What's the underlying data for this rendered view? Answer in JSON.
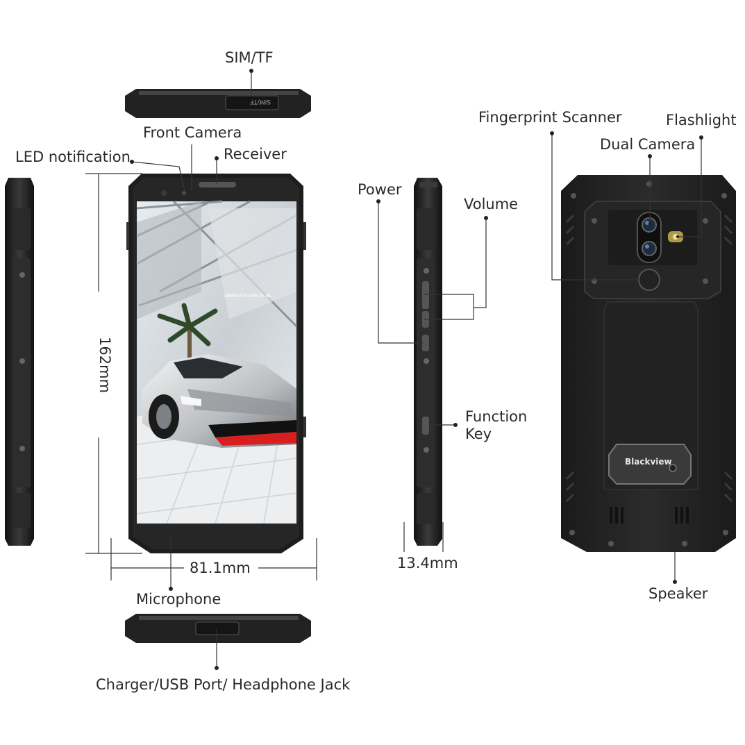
{
  "labels": {
    "sim_tf": "SIM/TF",
    "front_camera": "Front Camera",
    "led_notification": "LED notification",
    "receiver": "Receiver",
    "height_dim": "162mm",
    "width_dim": "81.1mm",
    "microphone": "Microphone",
    "charger_port": "Charger/USB Port/ Headphone Jack",
    "power": "Power",
    "volume": "Volume",
    "function_key_line1": "Function",
    "function_key_line2": "Key",
    "thickness_dim": "13.4mm",
    "fingerprint_scanner": "Fingerprint Scanner",
    "flashlight": "Flashlight",
    "dual_camera": "Dual Camera",
    "speaker": "Speaker"
  },
  "device_text": {
    "sim_slot": "SIM/TF",
    "brand": "Blackview",
    "watermark": "DENNISVDMEUS.NL"
  },
  "colors": {
    "body_dark": "#1c1c1c",
    "body_mid": "#2e2e2e",
    "accent_red": "#d81e1e",
    "line": "#333333",
    "text": "#2a2a2a"
  }
}
